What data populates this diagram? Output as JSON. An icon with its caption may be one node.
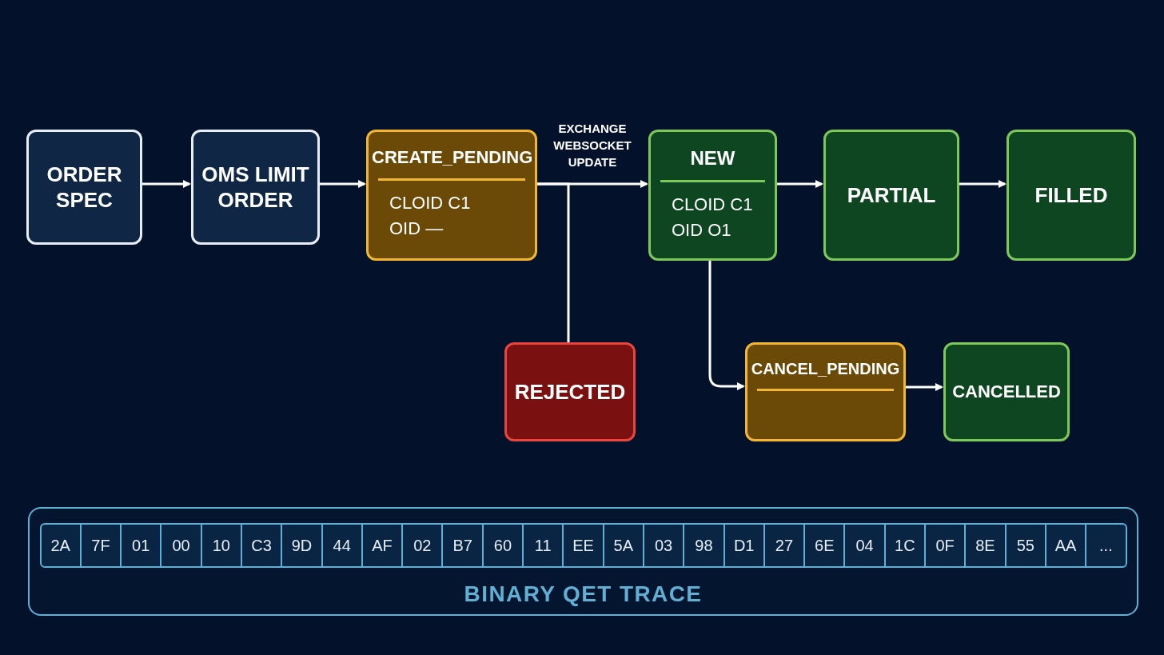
{
  "diagram": {
    "nodes": [
      {
        "text": [
          "ORDER SPEC"
        ]
      },
      {
        "text": [
          "OMS LIMIT ORDER"
        ]
      },
      {
        "text": [
          "CREATE_PENDING",
          "CLOID C1",
          "OID —"
        ]
      },
      {
        "text": [
          "NEW",
          "CLOID C1",
          "OID O1"
        ]
      },
      {
        "text": [
          "PARTIAL"
        ]
      },
      {
        "text": [
          "FILLED"
        ]
      },
      {
        "text": [
          "REJECTED"
        ]
      },
      {
        "text": [
          "CANCEL_PENDING"
        ]
      },
      {
        "text": [
          "CANCELLED"
        ]
      },
      {
        "text": [
          "BINARY QET TRACE"
        ]
      }
    ],
    "edges": [
      {
        "from": 0,
        "to": 1,
        "arrow": "to"
      },
      {
        "from": 1,
        "to": 2,
        "arrow": "to"
      },
      {
        "from": 2,
        "to": 3,
        "arrow": "to",
        "label": "EXCHANGE WEBSOCKET UPDATE"
      },
      {
        "from": 3,
        "to": 4,
        "arrow": "to"
      },
      {
        "from": 4,
        "to": 5,
        "arrow": "to"
      },
      {
        "from": 2,
        "to": 6,
        "arrow": "none"
      },
      {
        "from": 3,
        "to": 7,
        "arrow": "to"
      },
      {
        "from": 7,
        "to": 8,
        "arrow": "to"
      }
    ],
    "labels": [
      "2A",
      "7F",
      "01",
      "00",
      "10",
      "C3",
      "9D",
      "44",
      "AF",
      "02",
      "B7",
      "60",
      "11",
      "EE",
      "5A",
      "03",
      "98",
      "D1",
      "27",
      "6E",
      "04",
      "1C",
      "0F",
      "8E",
      "55",
      "AA",
      "..."
    ]
  }
}
